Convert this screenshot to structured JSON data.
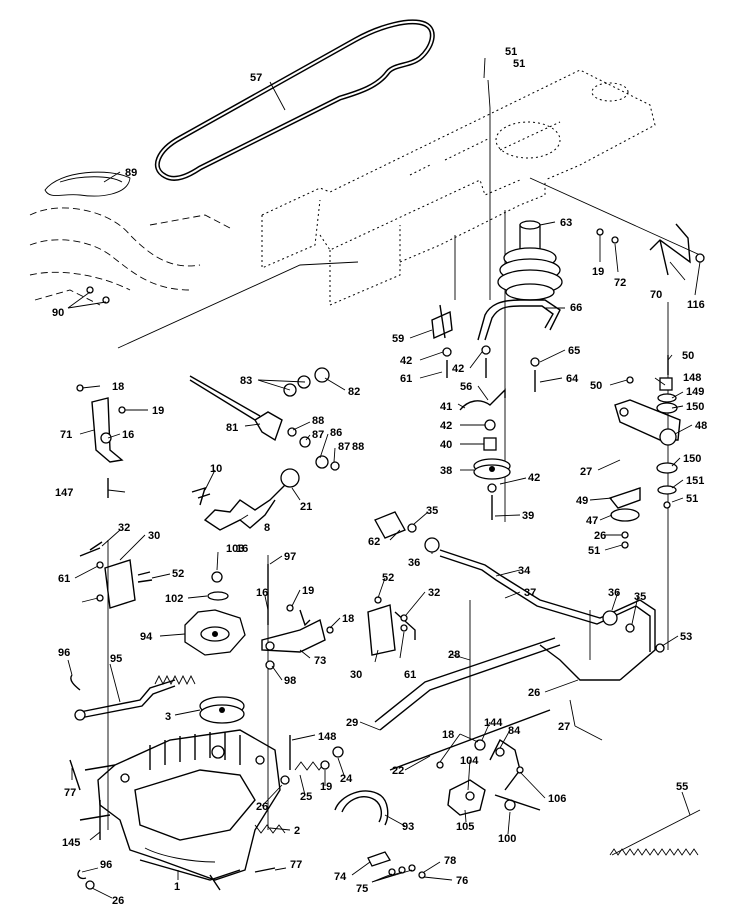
{
  "callouts": [
    {
      "id": "c57",
      "text": "57"
    },
    {
      "id": "c51a",
      "text": "51"
    },
    {
      "id": "c51b",
      "text": "51"
    },
    {
      "id": "c89",
      "text": "89"
    },
    {
      "id": "c63",
      "text": "63"
    },
    {
      "id": "c19a",
      "text": "19"
    },
    {
      "id": "c72",
      "text": "72"
    },
    {
      "id": "c70",
      "text": "70"
    },
    {
      "id": "c116",
      "text": "116"
    },
    {
      "id": "c90",
      "text": "90"
    },
    {
      "id": "c66",
      "text": "66"
    },
    {
      "id": "c59",
      "text": "59"
    },
    {
      "id": "c42a",
      "text": "42"
    },
    {
      "id": "c42b",
      "text": "42"
    },
    {
      "id": "c65",
      "text": "65"
    },
    {
      "id": "c61a",
      "text": "61"
    },
    {
      "id": "c64",
      "text": "64"
    },
    {
      "id": "c50a",
      "text": "50"
    },
    {
      "id": "c50b",
      "text": "50"
    },
    {
      "id": "c148a",
      "text": "148"
    },
    {
      "id": "c149",
      "text": "149"
    },
    {
      "id": "c150a",
      "text": "150"
    },
    {
      "id": "c83",
      "text": "83"
    },
    {
      "id": "c82",
      "text": "82"
    },
    {
      "id": "c56",
      "text": "56"
    },
    {
      "id": "c18a",
      "text": "18"
    },
    {
      "id": "c19b",
      "text": "19"
    },
    {
      "id": "c41",
      "text": "41"
    },
    {
      "id": "c42c",
      "text": "42"
    },
    {
      "id": "c48",
      "text": "48"
    },
    {
      "id": "c81",
      "text": "81"
    },
    {
      "id": "c88a",
      "text": "88"
    },
    {
      "id": "c87a",
      "text": "87"
    },
    {
      "id": "c86",
      "text": "86"
    },
    {
      "id": "c87b",
      "text": "87"
    },
    {
      "id": "c88b",
      "text": "88"
    },
    {
      "id": "c40",
      "text": "40"
    },
    {
      "id": "c71",
      "text": "71"
    },
    {
      "id": "c16a",
      "text": "16"
    },
    {
      "id": "c150b",
      "text": "150"
    },
    {
      "id": "c27a",
      "text": "27"
    },
    {
      "id": "c38",
      "text": "38"
    },
    {
      "id": "c42d",
      "text": "42"
    },
    {
      "id": "c151",
      "text": "151"
    },
    {
      "id": "c51c",
      "text": "51"
    },
    {
      "id": "c10",
      "text": "10"
    },
    {
      "id": "c21",
      "text": "21"
    },
    {
      "id": "c49",
      "text": "49"
    },
    {
      "id": "c147",
      "text": "147"
    },
    {
      "id": "c47",
      "text": "47"
    },
    {
      "id": "c39",
      "text": "39"
    },
    {
      "id": "c35a",
      "text": "35"
    },
    {
      "id": "c26a",
      "text": "26"
    },
    {
      "id": "c32a",
      "text": "32"
    },
    {
      "id": "c30a",
      "text": "30"
    },
    {
      "id": "c8",
      "text": "8"
    },
    {
      "id": "c62",
      "text": "62"
    },
    {
      "id": "c51d",
      "text": "51"
    },
    {
      "id": "c61b",
      "text": "61"
    },
    {
      "id": "c52a",
      "text": "52"
    },
    {
      "id": "c103",
      "text": "103"
    },
    {
      "id": "c97",
      "text": "97"
    },
    {
      "id": "c36a",
      "text": "36"
    },
    {
      "id": "c34",
      "text": "34"
    },
    {
      "id": "c16b",
      "text": "16"
    },
    {
      "id": "c102",
      "text": "102"
    },
    {
      "id": "c16c",
      "text": "16"
    },
    {
      "id": "c19c",
      "text": "19"
    },
    {
      "id": "c52b",
      "text": "52"
    },
    {
      "id": "c37",
      "text": "37"
    },
    {
      "id": "c36b",
      "text": "36"
    },
    {
      "id": "c35b",
      "text": "35"
    },
    {
      "id": "c32b",
      "text": "32"
    },
    {
      "id": "c18b",
      "text": "18"
    },
    {
      "id": "c94",
      "text": "94"
    },
    {
      "id": "c53",
      "text": "53"
    },
    {
      "id": "c73",
      "text": "73"
    },
    {
      "id": "c96a",
      "text": "96"
    },
    {
      "id": "c95",
      "text": "95"
    },
    {
      "id": "c98",
      "text": "98"
    },
    {
      "id": "c30b",
      "text": "30"
    },
    {
      "id": "c61c",
      "text": "61"
    },
    {
      "id": "c28",
      "text": "28"
    },
    {
      "id": "c26b",
      "text": "26"
    },
    {
      "id": "c3",
      "text": "3"
    },
    {
      "id": "c29",
      "text": "29"
    },
    {
      "id": "c27b",
      "text": "27"
    },
    {
      "id": "c148b",
      "text": "148"
    },
    {
      "id": "c18c",
      "text": "18"
    },
    {
      "id": "c144",
      "text": "144"
    },
    {
      "id": "c84",
      "text": "84"
    },
    {
      "id": "c24",
      "text": "24"
    },
    {
      "id": "c104",
      "text": "104"
    },
    {
      "id": "c77a",
      "text": "77"
    },
    {
      "id": "c26c",
      "text": "26"
    },
    {
      "id": "c25",
      "text": "25"
    },
    {
      "id": "c19d",
      "text": "19"
    },
    {
      "id": "c22",
      "text": "22"
    },
    {
      "id": "c106",
      "text": "106"
    },
    {
      "id": "c55",
      "text": "55"
    },
    {
      "id": "c2",
      "text": "2"
    },
    {
      "id": "c93",
      "text": "93"
    },
    {
      "id": "c105",
      "text": "105"
    },
    {
      "id": "c100",
      "text": "100"
    },
    {
      "id": "c145",
      "text": "145"
    },
    {
      "id": "c96b",
      "text": "96"
    },
    {
      "id": "c77b",
      "text": "77"
    },
    {
      "id": "c78",
      "text": "78"
    },
    {
      "id": "c74",
      "text": "74"
    },
    {
      "id": "c75",
      "text": "75"
    },
    {
      "id": "c76",
      "text": "76"
    },
    {
      "id": "c1",
      "text": "1"
    },
    {
      "id": "c26d",
      "text": "26"
    }
  ]
}
